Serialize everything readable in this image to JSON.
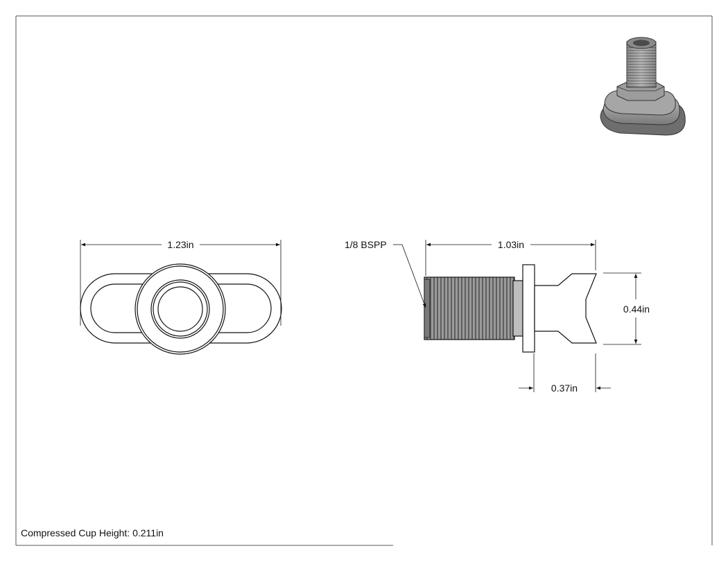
{
  "drawing": {
    "dimensions": {
      "overall_width": "1.23in",
      "overall_length": "1.03in",
      "cup_diameter": "0.44in",
      "cup_height": "0.37in"
    },
    "thread_callout": "1/8 BSPP",
    "note": "Compressed Cup Height: 0.211in"
  }
}
